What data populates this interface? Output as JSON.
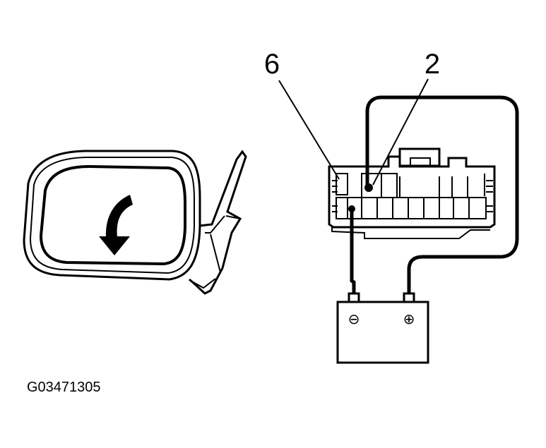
{
  "callouts": {
    "terminal_6": "6",
    "terminal_2": "2"
  },
  "battery": {
    "negative_symbol": "⊖",
    "positive_symbol": "⊕"
  },
  "figure_code": "G03471305",
  "icons": {
    "mirror": "side-mirror-icon",
    "arrow": "downward-curved-arrow-icon",
    "connector": "connector-icon",
    "battery": "battery-icon"
  }
}
